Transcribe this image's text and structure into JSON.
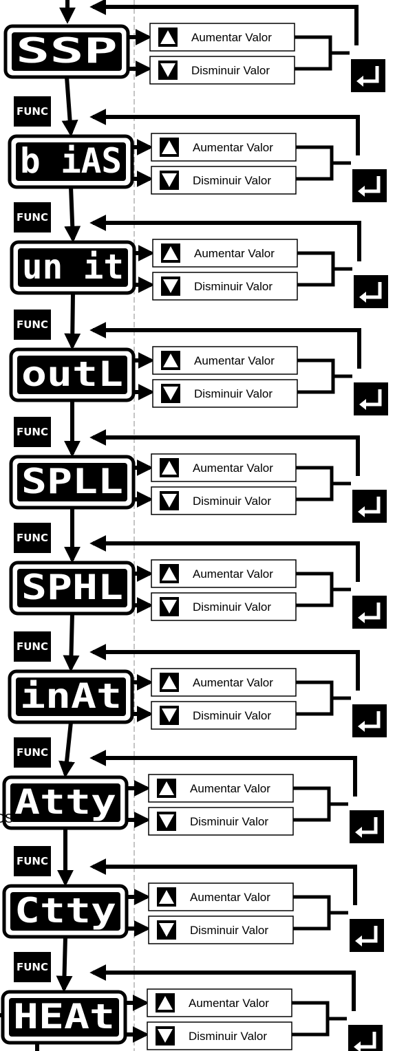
{
  "func_label": "FUNC",
  "increase_label": "Aumentar Valor",
  "decrease_label": "Disminuir Valor",
  "stray_text": "DS",
  "parameters": [
    {
      "code": "SSP"
    },
    {
      "code": "b iAS"
    },
    {
      "code": "un it"
    },
    {
      "code": "outL"
    },
    {
      "code": "SPLL"
    },
    {
      "code": "SPHL"
    },
    {
      "code": "inAt"
    },
    {
      "code": "Atty"
    },
    {
      "code": "Ctty"
    },
    {
      "code": "HEAt"
    }
  ],
  "icons": {
    "up": "up-arrow-icon",
    "down": "down-arrow-icon",
    "enter": "enter-key-icon",
    "func": "func-key-icon"
  },
  "colors": {
    "ink": "#000000",
    "paper": "#ffffff",
    "guide": "#888888"
  }
}
